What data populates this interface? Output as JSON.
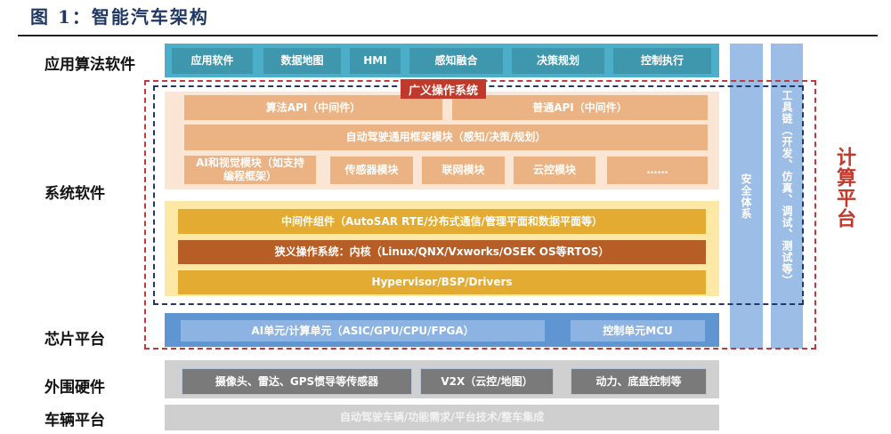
{
  "title": "图 1：智能汽车架构",
  "row_labels": {
    "app": "应用算法软件",
    "system": "系统软件",
    "chip": "芯片平台",
    "peripheral": "外围硬件",
    "vehicle": "车辆平台"
  },
  "app_layer": [
    "应用软件",
    "数据地图",
    "HMI",
    "感知融合",
    "决策规划",
    "控制执行"
  ],
  "broad_os": {
    "label": "广义操作系统",
    "api_row": [
      "算法API（中间件）",
      "普通API（中间件）"
    ],
    "framework": "自动驾驶通用框架模块（感知/决策/规划）",
    "modules": [
      "AI和视觉模块（如支持编程框架）",
      "传感器模块",
      "联网模块",
      "云控模块",
      "……"
    ]
  },
  "base_layer": {
    "middleware": "中间件组件（AutoSAR RTE/分布式通信/管理平面和数据平面等）",
    "kernel": "狭义操作系统：内核（Linux/QNX/Vxworks/OSEK OS等RTOS）",
    "hypervisor": "Hypervisor/BSP/Drivers"
  },
  "chip_layer": [
    "AI单元/计算单元（ASIC/GPU/CPU/FPGA）",
    "控制单元MCU"
  ],
  "peripheral_layer": [
    "摄像头、雷达、GPS惯导等传感器",
    "V2X（云控/地图）",
    "动力、底盘控制等"
  ],
  "vehicle_layer": "自动驾驶车辆/功能需求/平台技术/整车集成",
  "side_columns": {
    "safety": "安全体系",
    "toolchain": "工具链（开发、仿真、调试、测试等）"
  },
  "compute_platform": "计算平台",
  "colors": {
    "teal": "#4bafc9",
    "peach": "#ebb283",
    "yellow": "#e3ab31",
    "brown": "#b75d26",
    "blue": "#5f95d0",
    "red": "#c0392b",
    "navy": "#22386b"
  }
}
